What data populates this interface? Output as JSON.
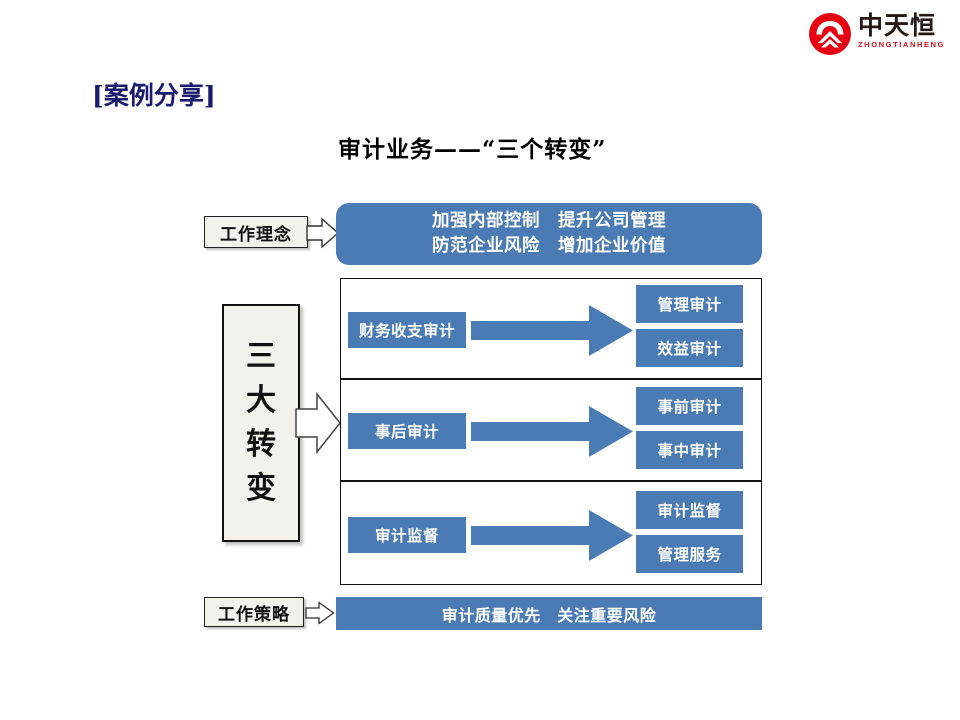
{
  "logo": {
    "cn": "中天恒",
    "en": "ZHONGTIANHENG",
    "mark_name": "zhongtianheng-circle-emblem",
    "color_red": "#d40f17",
    "color_text": "#231815"
  },
  "headings": {
    "case_title": "[案例分享]",
    "case_title_color": "#1a1a6e",
    "subtitle": "审计业务——“三个转变”"
  },
  "theme": {
    "blue": "#4b7bb5",
    "box_fill": "#f2f1ec",
    "outline": "#111111"
  },
  "concept": {
    "label": "工作理念",
    "line1": "加强内部控制　提升公司管理",
    "line2": "防范企业风险　增加企业价值"
  },
  "bigbox": {
    "chars": [
      "三",
      "大",
      "转",
      "变"
    ]
  },
  "rows": [
    {
      "source": "财务收支审计",
      "targets": [
        "管理审计",
        "效益审计"
      ]
    },
    {
      "source": "事后审计",
      "targets": [
        "事前审计",
        "事中审计"
      ]
    },
    {
      "source": "审计监督",
      "targets": [
        "审计监督",
        "管理服务"
      ]
    }
  ],
  "strategy": {
    "label": "工作策略",
    "text": "审计质量优先　关注重要风险"
  }
}
